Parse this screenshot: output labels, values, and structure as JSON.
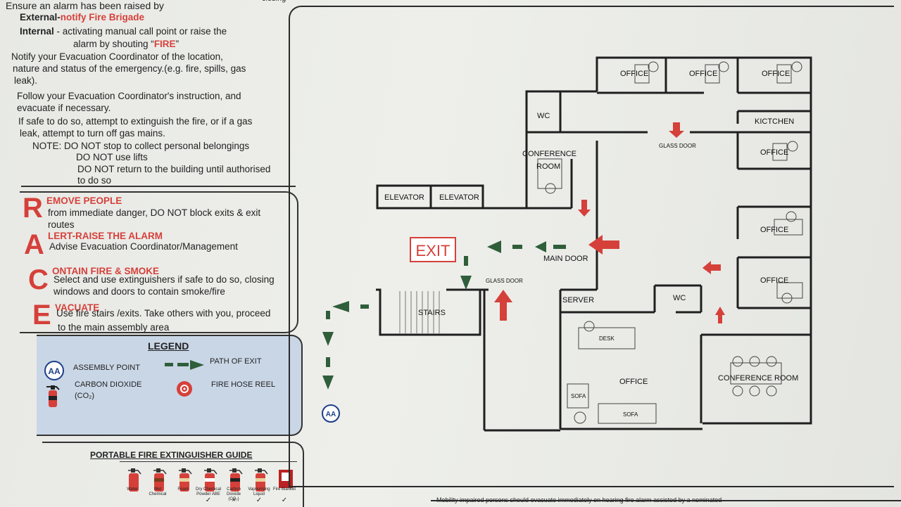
{
  "header_cut": "closing",
  "intro": {
    "line1": "Ensure an alarm has been raised by",
    "external_label": "External-",
    "external_value": "notify Fire Brigade",
    "internal_label": "Internal",
    "internal_text": " - activating manual call point or raise the",
    "internal_text2": "alarm by shouting “",
    "internal_fire": "FIRE",
    "internal_close": "”",
    "notify1": "Notify  your  Evacuation  Coordinator  of  the  location,",
    "notify2": "nature  and  status  of  the  emergency.(e.g.  fire,  spills,  gas",
    "notify3": "leak).",
    "follow1": "Follow  your  Evacuation  Coordinator's  instruction,  and",
    "follow2": "evacuate if necessary.",
    "safe1": "If  safe  to  do  so,  attempt  to  extinguish  the  fire,  or  if  a  gas",
    "safe2": "leak, attempt to turn off gas mains.",
    "note1": "NOTE:  DO NOT stop to collect personal belongings",
    "note2": "DO NOT use lifts",
    "note3": "DO NOT return to the building until authorised",
    "note4": "to do so"
  },
  "race": {
    "r_letter": "R",
    "r_head": "EMOVE PEOPLE",
    "r_text1": "from immediate danger, DO NOT block exits & exit",
    "r_text2": "routes",
    "a_letter": "A",
    "a_head": "LERT-RAISE THE ALARM",
    "a_text": "Advise Evacuation Coordinator/Management",
    "c_letter": "C",
    "c_head": "ONTAIN FIRE & SMOKE",
    "c_text1": "Select and use extinguishers if safe to do so, closing",
    "c_text2": "windows and doors to contain smoke/fire",
    "e_letter": "E",
    "e_head": "VACUATE",
    "e_text1": "Use fire stairs /exits. Take others with you, proceed",
    "e_text2": "to the main assembly area"
  },
  "legend": {
    "title": "LEGEND",
    "aa_badge": "AA",
    "assembly": "ASSEMBLY POINT",
    "path": "PATH OF EXIT",
    "co2_1": "CARBON DIOXIDE",
    "co2_2": "(CO₂)",
    "hose": "FIRE HOSE REEL"
  },
  "extinguisher_guide": {
    "title": "PORTABLE FIRE EXTINGUISHER GUIDE",
    "items": [
      "Water",
      "Wet Chemical",
      "Foam",
      "Dry Chemical Powder ABE",
      "Carbon Dioxide (CO₂)",
      "Vapourising Liquid",
      "Fire Blanket"
    ],
    "marks": [
      "✓",
      "×",
      "✓",
      "✓"
    ]
  },
  "map": {
    "rooms": {
      "office1": "OFFICE",
      "office2": "OFFICE",
      "office3": "OFFICE",
      "wc1": "WC",
      "kitchen": "KICTCHEN",
      "glass_door1": "GLASS DOOR",
      "office4": "OFFICE",
      "conf1_a": "CONFERENCE",
      "conf1_b": "ROOM",
      "elevator1": "ELEVATOR",
      "elevator2": "ELEVATOR",
      "office5": "OFFICE",
      "exit": "EXIT",
      "main_door": "MAIN DOOR",
      "office6": "OFFICE",
      "glass_door2": "GLASS DOOR",
      "server": "SERVER",
      "wc2": "WC",
      "stairs": "STAIRS",
      "desk": "DESK",
      "office7": "OFFICE",
      "conf2": "CONFERENCE ROOM",
      "sofa1": "SOFA",
      "sofa2": "SOFA",
      "assembly": "AA"
    },
    "colors": {
      "exit_red": "#d6403a",
      "path_green": "#2f5e3a",
      "wall": "#1f1f1f"
    }
  },
  "footer": "Mobility impaired persons should evacuate immediately on hearing fire alarm assisted by a nominated"
}
